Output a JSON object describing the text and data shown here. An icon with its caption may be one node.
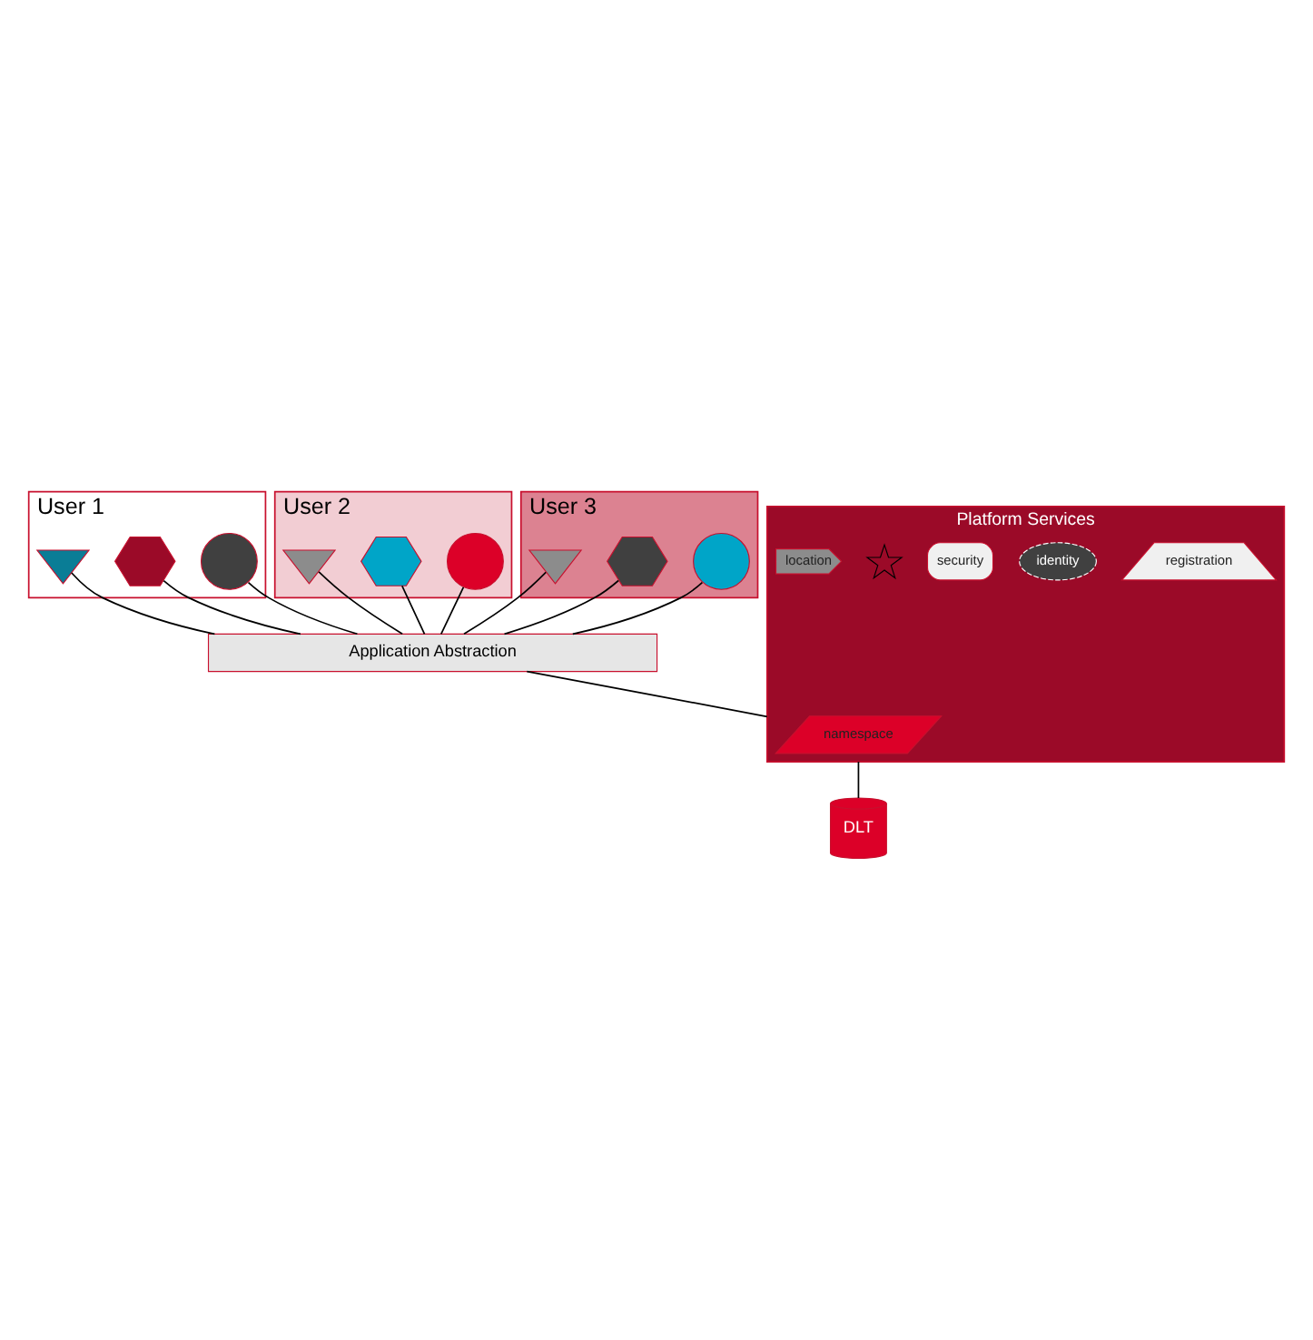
{
  "diagram": {
    "nodes": [
      {
        "text": [
          "User 1"
        ]
      },
      {
        "text": [
          "User 2"
        ]
      },
      {
        "text": [
          "User 3"
        ]
      },
      {
        "text": [],
        "shape": "circle",
        "in": 0
      },
      {
        "text": [],
        "shape": "hexagon",
        "in": 0
      },
      {
        "text": [],
        "shape": "triangle",
        "in": 0
      },
      {
        "text": [],
        "shape": "circle",
        "in": 1
      },
      {
        "text": [],
        "shape": "hexagon",
        "in": 1
      },
      {
        "text": [],
        "shape": "triangle",
        "in": 1
      },
      {
        "text": [],
        "shape": "circle",
        "in": 2
      },
      {
        "text": [],
        "shape": "hexagon",
        "in": 2
      },
      {
        "text": [],
        "shape": "triangle",
        "in": 2
      },
      {
        "text": [
          "Application Abstraction"
        ]
      },
      {
        "text": [
          "Platform Services"
        ]
      },
      {
        "text": [
          "namespace"
        ],
        "in": 13
      },
      {
        "text": [
          "registration"
        ],
        "in": 13
      },
      {
        "text": [
          "identity"
        ],
        "in": 13
      },
      {
        "text": [
          "security"
        ],
        "in": 13
      },
      {
        "text": [],
        "shape": "cross",
        "in": 13
      },
      {
        "text": [
          "location"
        ],
        "in": 13
      },
      {
        "text": [
          "DLT"
        ]
      }
    ],
    "edges": [
      {
        "from": 4,
        "to": 12,
        "arrow": "none"
      },
      {
        "from": 3,
        "to": 12,
        "arrow": "none"
      },
      {
        "from": 5,
        "to": 12,
        "arrow": "none"
      },
      {
        "from": 7,
        "to": 12,
        "arrow": "none"
      },
      {
        "from": 6,
        "to": 12,
        "arrow": "none"
      },
      {
        "from": 8,
        "to": 12,
        "arrow": "none"
      },
      {
        "from": 10,
        "to": 12,
        "arrow": "none"
      },
      {
        "from": 9,
        "to": 12,
        "arrow": "none"
      },
      {
        "from": 11,
        "to": 12,
        "arrow": "none"
      },
      {
        "from": 12,
        "to": 13,
        "arrow": "none"
      },
      {
        "from": 13,
        "to": 20,
        "arrow": "none"
      }
    ]
  }
}
